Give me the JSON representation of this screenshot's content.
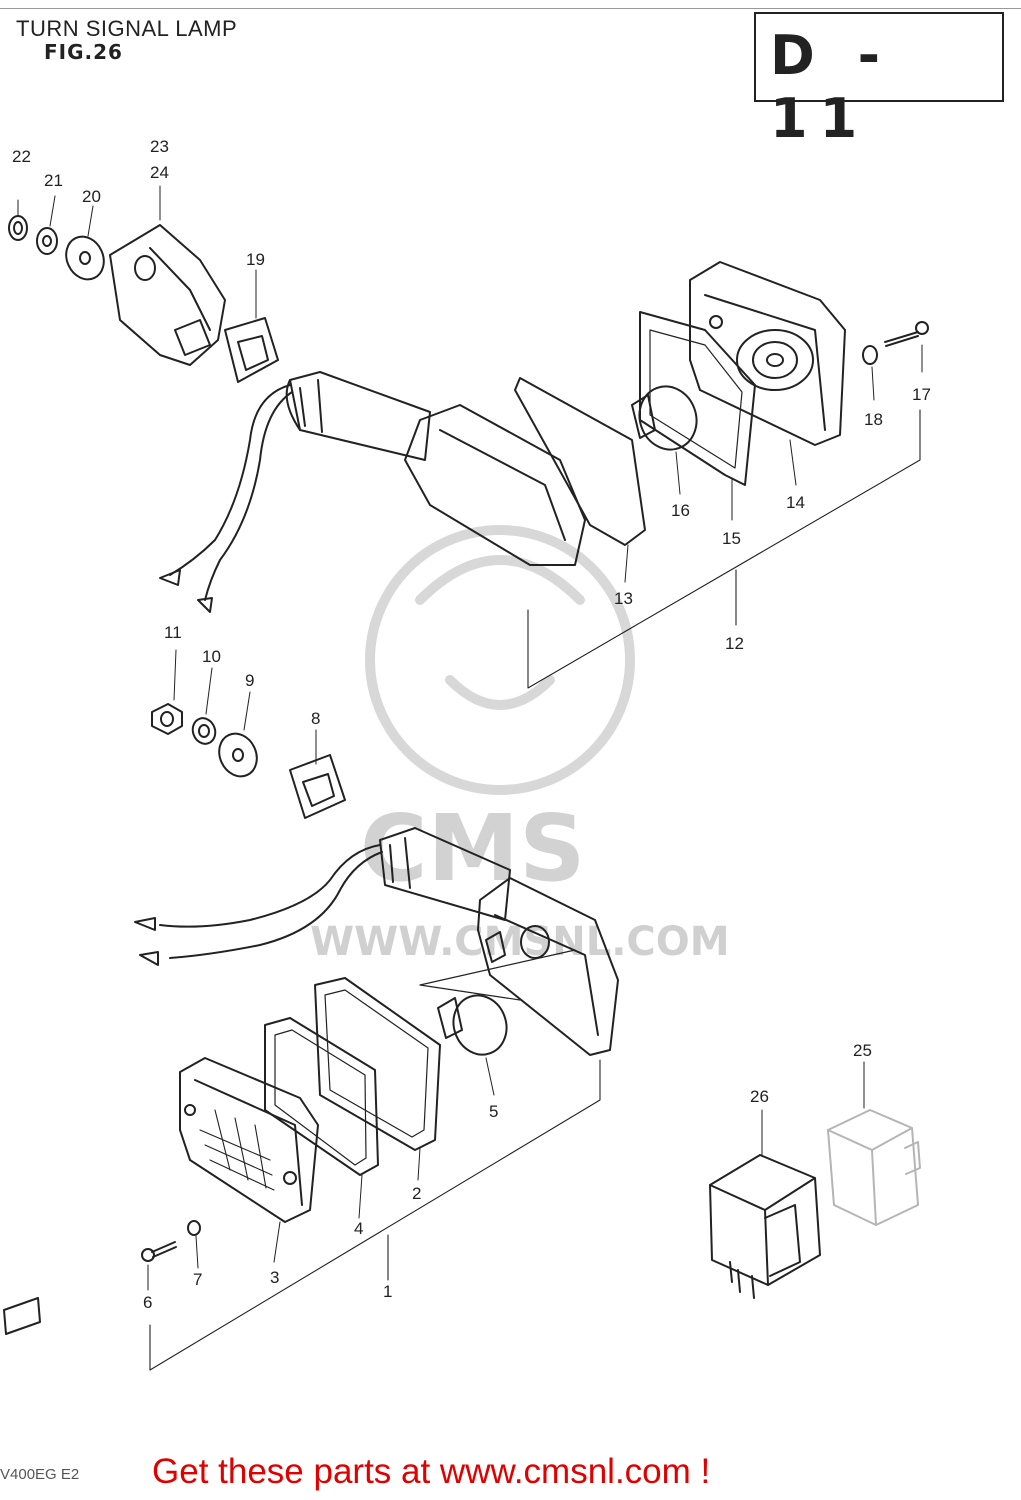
{
  "header": {
    "title": "TURN SIGNAL LAMP",
    "figure": "FIG.26",
    "section_code": "D - 11"
  },
  "callouts": [
    {
      "id": "c22",
      "label": "22"
    },
    {
      "id": "c21",
      "label": "21"
    },
    {
      "id": "c20",
      "label": "20"
    },
    {
      "id": "c23",
      "label": "23"
    },
    {
      "id": "c24",
      "label": "24"
    },
    {
      "id": "c19",
      "label": "19"
    },
    {
      "id": "c17",
      "label": "17"
    },
    {
      "id": "c18",
      "label": "18"
    },
    {
      "id": "c14",
      "label": "14"
    },
    {
      "id": "c15",
      "label": "15"
    },
    {
      "id": "c16",
      "label": "16"
    },
    {
      "id": "c13",
      "label": "13"
    },
    {
      "id": "c12",
      "label": "12"
    },
    {
      "id": "c11",
      "label": "11"
    },
    {
      "id": "c10",
      "label": "10"
    },
    {
      "id": "c9",
      "label": "9"
    },
    {
      "id": "c8",
      "label": "8"
    },
    {
      "id": "c5",
      "label": "5"
    },
    {
      "id": "c2",
      "label": "2"
    },
    {
      "id": "c4",
      "label": "4"
    },
    {
      "id": "c3",
      "label": "3"
    },
    {
      "id": "c7",
      "label": "7"
    },
    {
      "id": "c6",
      "label": "6"
    },
    {
      "id": "c1",
      "label": "1"
    },
    {
      "id": "c25",
      "label": "25"
    },
    {
      "id": "c26",
      "label": "26"
    }
  ],
  "watermark": {
    "logo": "CMS",
    "url": "WWW.CMSNL.COM"
  },
  "footer": {
    "model_code": "V400EG E2",
    "cta": "Get these parts at www.cmsnl.com !"
  },
  "colors": {
    "ink": "#222222",
    "cta_red": "#e10000",
    "watermark_gray": "#d0d0d0"
  }
}
